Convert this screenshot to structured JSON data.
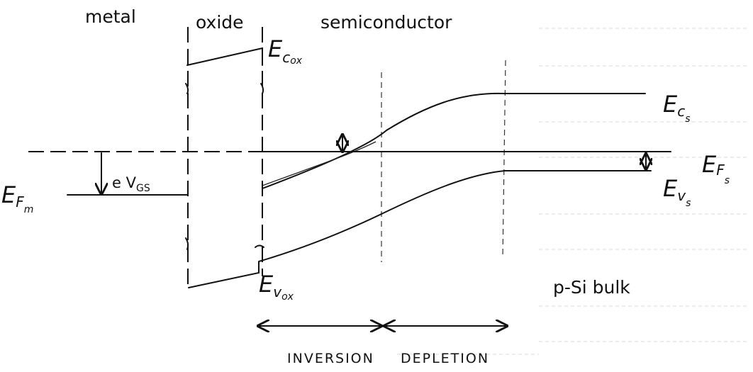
{
  "regions": {
    "metal": "metal",
    "oxide": "oxide",
    "semiconductor": "semiconductor"
  },
  "levels": {
    "e_cox": {
      "base": "E",
      "sub": "c",
      "subsub": "ox"
    },
    "e_vox": {
      "base": "E",
      "sub": "v",
      "subsub": "ox"
    },
    "e_cs": {
      "base": "E",
      "sub": "c",
      "subsub": "s"
    },
    "e_fs": {
      "base": "E",
      "sub": "F",
      "subsub": "s"
    },
    "e_vs": {
      "base": "E",
      "sub": "v",
      "subsub": "s"
    },
    "e_fm": {
      "base": "E",
      "sub": "F",
      "subsub": "m"
    }
  },
  "voltage": {
    "prefix": "e V",
    "sub": "GS"
  },
  "bulk_label": "p-Si bulk",
  "zones": {
    "inversion": "INVERSION",
    "depletion": "DEPLETION"
  }
}
